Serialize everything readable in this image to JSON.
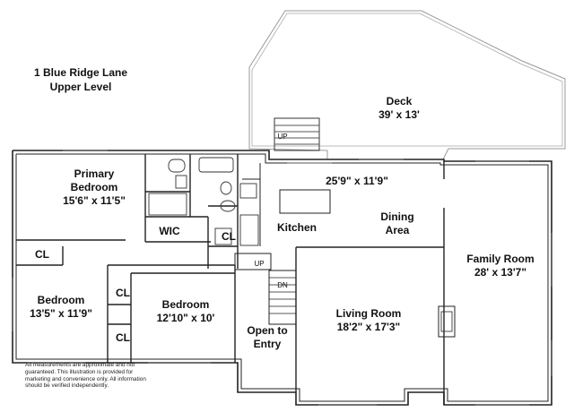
{
  "title": {
    "line1": "1 Blue Ridge Lane",
    "line2": "Upper Level"
  },
  "disclaimer": "All measurements are approximate and not guaranteed. This illustration is provided for marketing and convenience only. All information should be verified independently.",
  "rooms": {
    "deck": {
      "name": "Deck",
      "size": "39' x 13'"
    },
    "primary_bedroom": {
      "name_line1": "Primary",
      "name_line2": "Bedroom",
      "size": "15'6\" x 11'5\""
    },
    "wic": {
      "name": "WIC"
    },
    "kitchen_dining_size": "25'9\" x 11'9\"",
    "kitchen": {
      "name": "Kitchen"
    },
    "dining": {
      "name_line1": "Dining",
      "name_line2": "Area"
    },
    "family_room": {
      "name": "Family Room",
      "size": "28' x 13'7\""
    },
    "bedroom_left": {
      "name": "Bedroom",
      "size": "13'5\" x 11'9\""
    },
    "bedroom_middle": {
      "name": "Bedroom",
      "size": "12'10\" x 10'"
    },
    "open_to_entry": {
      "name_line1": "Open to",
      "name_line2": "Entry"
    },
    "living_room": {
      "name": "Living Room",
      "size": "18'2\" x 17'3\""
    },
    "closets": {
      "cl_left": "CL",
      "cl_hall": "CL",
      "cl_bed_top": "CL",
      "cl_bed_bottom": "CL"
    }
  },
  "stairs": {
    "deck_up": "UP",
    "hall_up": "UP",
    "entry_down": "DN"
  }
}
